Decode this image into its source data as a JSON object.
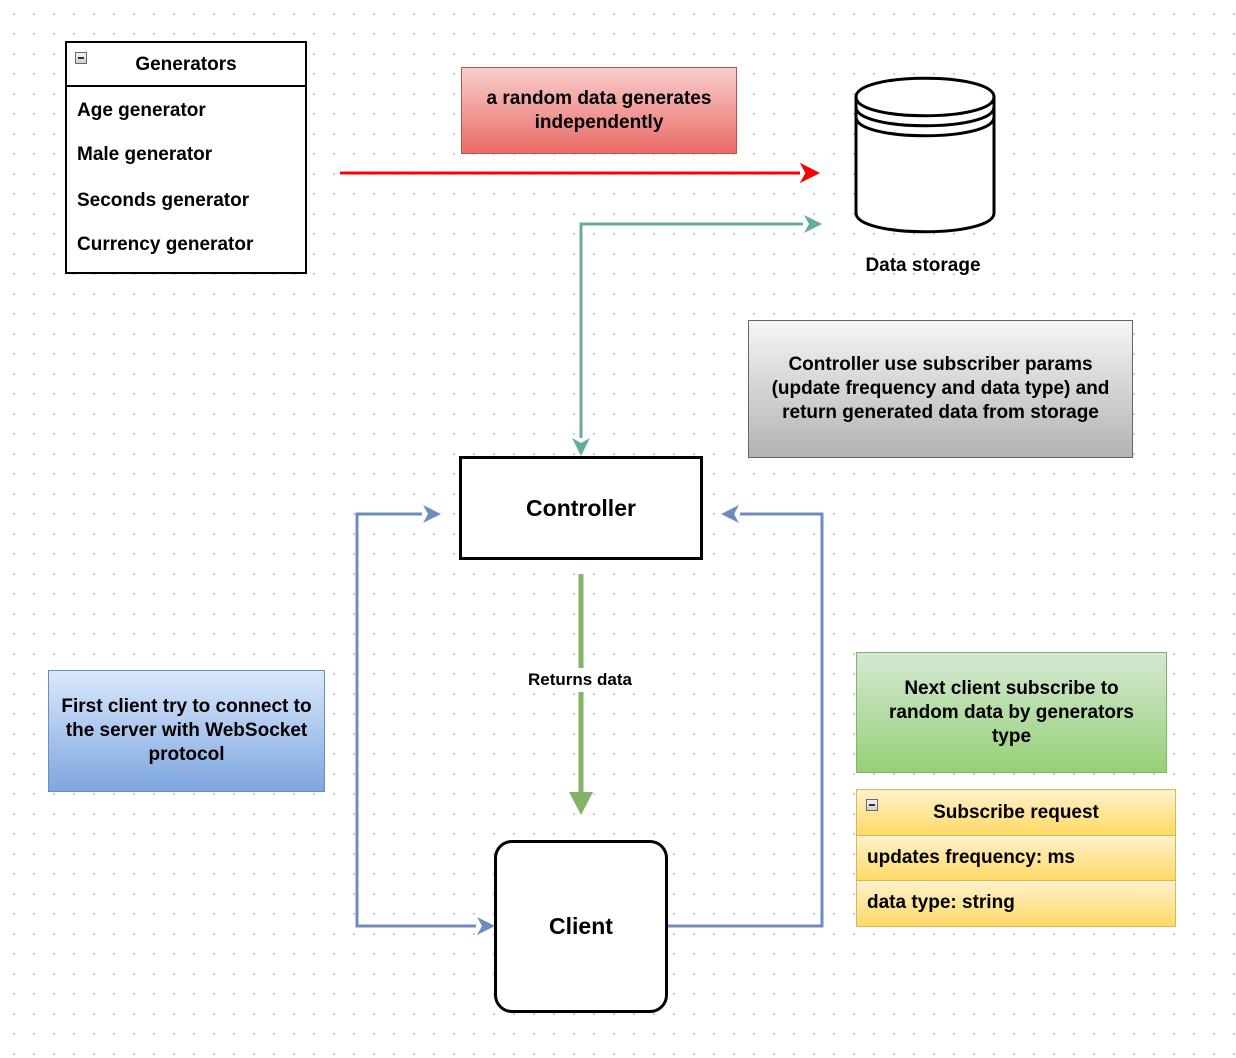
{
  "generators": {
    "title": "Generators",
    "items": [
      {
        "label": "Age generator"
      },
      {
        "label": "Male generator"
      },
      {
        "label": "Seconds generator"
      },
      {
        "label": "Currency generator"
      }
    ]
  },
  "notes": {
    "random": "a random data generates independently",
    "controller_desc": "Controller use subscriber params (update frequency and data type) and return generated data from storage",
    "first_client": "First client try to connect to the server with WebSocket protocol",
    "next_client": "Next client subscribe to random data by generators type"
  },
  "storage": {
    "label": "Data storage"
  },
  "controller": {
    "label": "Controller"
  },
  "client": {
    "label": "Client"
  },
  "returns_label": "Returns data",
  "subscribe": {
    "title": "Subscribe request",
    "fields": [
      {
        "label": "updates frequency: ms"
      },
      {
        "label": "data type: string"
      }
    ]
  },
  "colors": {
    "red_arrow": "#ff0000",
    "teal_arrow": "#67ab9f",
    "blue_arrow": "#6c8ebf",
    "green_arrow": "#82b366"
  }
}
